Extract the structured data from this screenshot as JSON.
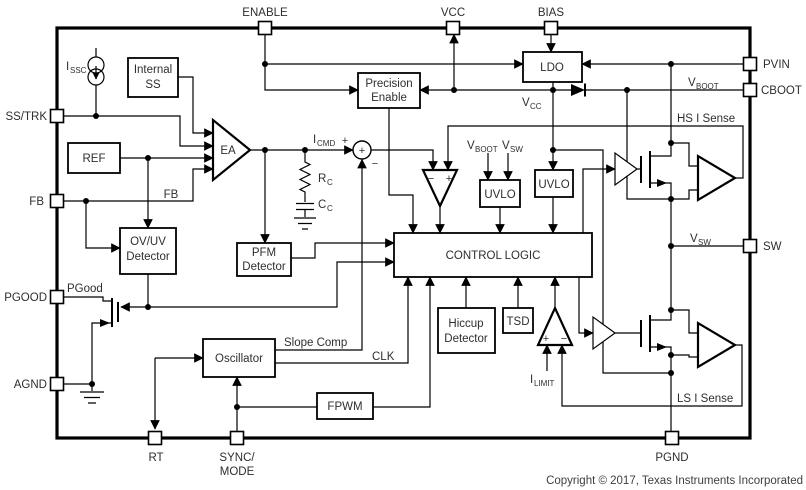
{
  "pins": {
    "enable": "ENABLE",
    "vcc": "VCC",
    "bias": "BIAS",
    "pvin": "PVIN",
    "cboot": "CBOOT",
    "sw": "SW",
    "pgnd": "PGND",
    "sync1": "SYNC/",
    "sync2": "MODE",
    "rt": "RT",
    "ss_trk": "SS/TRK",
    "fb": "FB",
    "pgood": "PGOOD",
    "agnd": "AGND"
  },
  "blocks": {
    "internal_ss1": "Internal",
    "internal_ss2": "SS",
    "ref": "REF",
    "ea": "EA",
    "ovuv1": "OV/UV",
    "ovuv2": "Detector",
    "pfm1": "PFM",
    "pfm2": "Detector",
    "prec1": "Precision",
    "prec2": "Enable",
    "ldo": "LDO",
    "uvlo": "UVLO",
    "control": "CONTROL LOGIC",
    "osc": "Oscillator",
    "fpwm": "FPWM",
    "hiccup1": "Hiccup",
    "hiccup2": "Detector",
    "tsd": "TSD"
  },
  "nets": {
    "issc": {
      "m": "I",
      "s": "SSC"
    },
    "icmd": {
      "m": "I",
      "s": "CMD"
    },
    "rc": {
      "m": "R",
      "s": "C"
    },
    "cc": {
      "m": "C",
      "s": "C"
    },
    "vcc": {
      "m": "V",
      "s": "CC"
    },
    "vboot": {
      "m": "V",
      "s": "BOOT"
    },
    "vsw": {
      "m": "V",
      "s": "SW"
    },
    "ilimit": {
      "m": "I",
      "s": "LIMIT"
    },
    "fb": "FB",
    "pgood_net": "PGood",
    "hs_sense": "HS I Sense",
    "ls_sense": "LS I Sense",
    "slope": "Slope Comp",
    "clk": "CLK"
  },
  "symbols": {
    "plus": "+",
    "minus": "−"
  },
  "footer": {
    "copyright": "Copyright © 2017, Texas Instruments Incorporated"
  },
  "colors": {
    "line": "#000000",
    "text": "#2e2e2e"
  }
}
